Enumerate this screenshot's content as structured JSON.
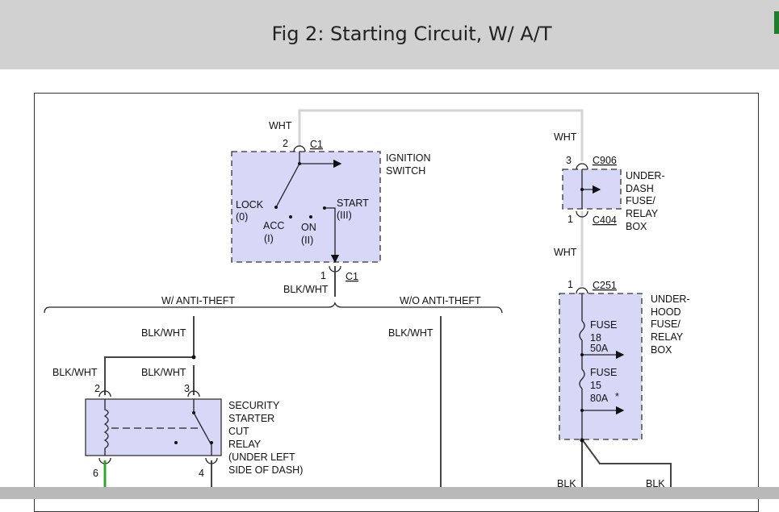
{
  "header": {
    "title": "Fig 2: Starting Circuit, W/ A/T"
  },
  "diagram": {
    "wht_top_left": "WHT",
    "wht_top_right": "WHT",
    "wht_mid_right": "WHT",
    "ignition": {
      "pin_top": "2",
      "conn_top": "C1",
      "name_line1": "IGNITION",
      "name_line2": "SWITCH",
      "lock": "LOCK",
      "lock_pos": "(0)",
      "acc": "ACC",
      "acc_pos": "(I)",
      "on": "ON",
      "on_pos": "(II)",
      "start": "START",
      "start_pos": "(III)",
      "pin_bottom": "1",
      "conn_bottom": "C1",
      "out_wire": "BLK/WHT"
    },
    "with_anti_theft": "W/ ANTI-THEFT",
    "without_anti_theft": "W/O ANTI-THEFT",
    "wire_blkwht_1": "BLK/WHT",
    "wire_blkwht_2": "BLK/WHT",
    "wire_blkwht_3": "BLK/WHT",
    "wire_blkwht_4": "BLK/WHT",
    "relay": {
      "pin2": "2",
      "pin3": "3",
      "pin6": "6",
      "pin4": "4",
      "line1": "SECURITY",
      "line2": "STARTER",
      "line3": "CUT",
      "line4": "RELAY",
      "line5": "(UNDER LEFT",
      "line6": "SIDE OF DASH)"
    },
    "underdash": {
      "pin_top": "3",
      "conn_top": "C906",
      "pin_bottom": "1",
      "conn_bottom": "C404",
      "line1": "UNDER-",
      "line2": "DASH",
      "line3": "FUSE/",
      "line4": "RELAY",
      "line5": "BOX"
    },
    "underhood": {
      "pin_top": "1",
      "conn_top": "C251",
      "line1": "UNDER-",
      "line2": "HOOD",
      "line3": "FUSE/",
      "line4": "RELAY",
      "line5": "BOX",
      "fuse1_name": "FUSE",
      "fuse1_num": "18",
      "fuse1_amp": "50A",
      "fuse2_name": "FUSE",
      "fuse2_num": "15",
      "fuse2_amp": "80A",
      "fuse2_note": "*"
    },
    "blk_left": "BLK",
    "blk_right": "BLK"
  }
}
